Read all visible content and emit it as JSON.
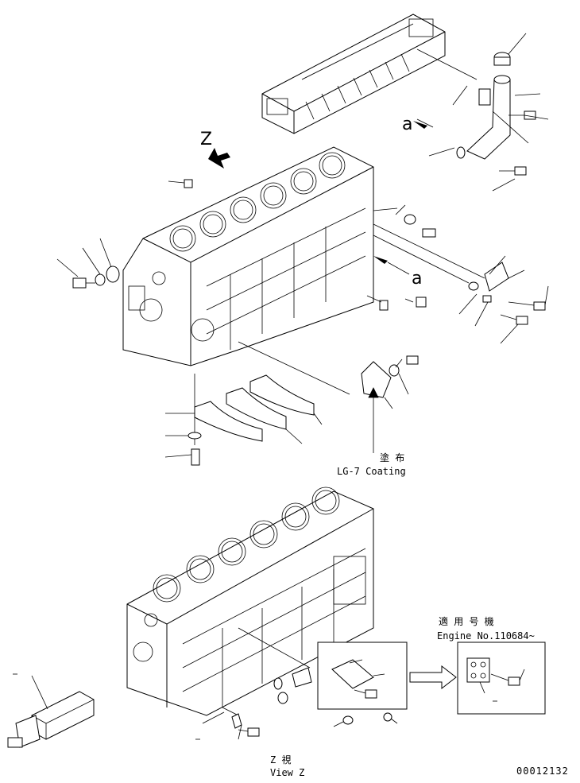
{
  "labels": {
    "view_letter": "Z",
    "ref_a_top": "a",
    "ref_a_mid": "a",
    "coating_jp": "塗 布",
    "coating_en": "LG-7 Coating",
    "applicable_jp": "適 用 号 機",
    "engine_no": "Engine No.110684~",
    "view_jp": "Z 視",
    "view_en": "View Z",
    "drawing_no": "00012132"
  },
  "colors": {
    "ink": "#000000",
    "paper": "#ffffff"
  }
}
